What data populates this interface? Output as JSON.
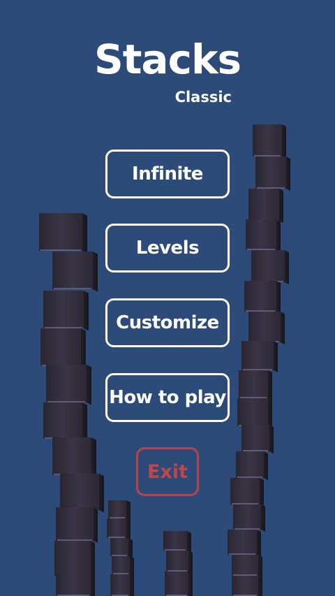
{
  "title": "Stacks",
  "subtitle": "Classic",
  "menu": {
    "infinite_label": "Infinite",
    "levels_label": "Levels",
    "customize_label": "Customize",
    "how_to_play_label": "How to play",
    "exit_label": "Exit"
  },
  "colors": {
    "background": "#2d4b78",
    "button_border": "#ffffff",
    "exit_color": "#b8434a",
    "block_face": "#3a3545"
  }
}
